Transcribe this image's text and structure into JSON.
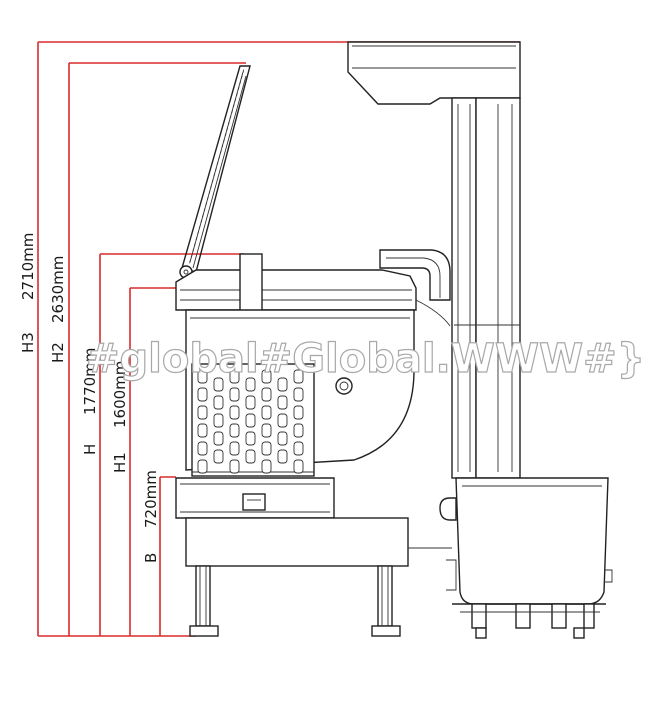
{
  "dimensions": [
    {
      "symbol": "H3",
      "value": "2710mm"
    },
    {
      "symbol": "H2",
      "value": "2630mm"
    },
    {
      "symbol": "H",
      "value": "1770mm"
    },
    {
      "symbol": "H1",
      "value": "1600mm"
    },
    {
      "symbol": "B",
      "value": "720mm"
    }
  ],
  "watermark": "#global#Global.WWW#}",
  "colors": {
    "dimension_lines": "#d92b2b",
    "outline": "#222222"
  }
}
